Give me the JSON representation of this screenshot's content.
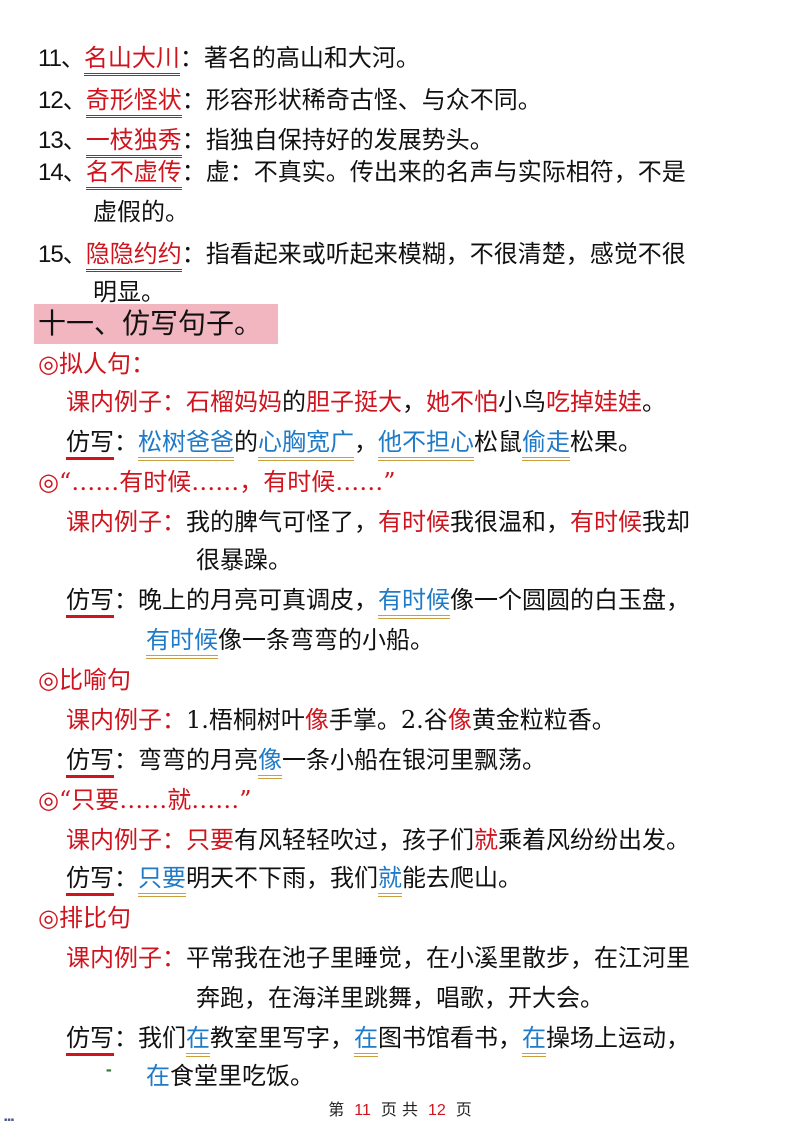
{
  "vocab": {
    "items": [
      {
        "num": "11、",
        "term": "名山大川",
        "colon": "：",
        "def": "著名的高山和大河。"
      },
      {
        "num": "12、",
        "term": "奇形怪状",
        "colon": "：",
        "def": "形容形状稀奇古怪、与众不同。"
      },
      {
        "num": "13、",
        "term": "一枝独秀",
        "colon": "：",
        "def": "指独自保持好的发展势头。"
      },
      {
        "num": "14、",
        "term": "名不虚传",
        "colon": "：",
        "def": "虚：不真实。传出来的名声与实际相符，不是",
        "def_cont": "虚假的。"
      },
      {
        "num": "15、",
        "term": "隐隐约约",
        "colon": "：",
        "def": "指看起来或听起来模糊，不很清楚，感觉不很",
        "def_cont": "明显。"
      }
    ]
  },
  "section": {
    "heading": "十一、仿写句子。"
  },
  "bullet_symbol": "◎",
  "groups": {
    "personification": {
      "title": "拟人句：",
      "example_label": "课内例子：",
      "example": {
        "p1": "石榴妈妈",
        "p2": "的",
        "p3": "胆子挺大",
        "p4": "，",
        "p5": "她不怕",
        "p6": "小鸟",
        "p7": "吃掉娃娃",
        "p8": "。"
      },
      "imitation_label": "仿写",
      "imitation_colon": "：",
      "imitation": {
        "p1": "松树爸爸",
        "p2": "的",
        "p3": "心胸宽广",
        "p4": "，",
        "p5": "他不担心",
        "p6": "松鼠",
        "p7": "偷走",
        "p8": "松果。"
      }
    },
    "sometimes": {
      "title": "“……有时候……，有时候……”",
      "example_label": "课内例子：",
      "example": {
        "p1": "我的脾气可怪了，",
        "p2": "有时候",
        "p3": "我很温和，",
        "p4": "有时候",
        "p5": "我却",
        "cont": "很暴躁。"
      },
      "imitation_label": "仿写",
      "imitation_colon": "：",
      "imitation": {
        "p1": "晚上的月亮可真调皮，",
        "p2": "有时候",
        "p3": "像一个圆圆的白玉盘，",
        "c1": "有时候",
        "c2": "像一条弯弯的小船。"
      }
    },
    "simile": {
      "title": "比喻句",
      "example_label": "课内例子：",
      "example": {
        "p1": "1.梧桐树叶",
        "p2": "像",
        "p3": "手掌。2.谷",
        "p4": "像",
        "p5": "黄金粒粒香。"
      },
      "imitation_label": "仿写",
      "imitation_colon": "：",
      "imitation": {
        "p1": "弯弯的月亮",
        "p2": "像",
        "p3": "一条小船在银河里飘荡。"
      }
    },
    "as_long_as": {
      "title": "“只要……就……”",
      "example_label": "课内例子：",
      "example": {
        "p1": "只要",
        "p2": "有风轻轻吹过，孩子们",
        "p3": "就",
        "p4": "乘着风纷纷出发。"
      },
      "imitation_label": "仿写",
      "imitation_colon": "：",
      "imitation": {
        "p1": "只要",
        "p2": "明天不下雨，我们",
        "p3": "就",
        "p4": "能去爬山。"
      }
    },
    "parallelism": {
      "title": "排比句",
      "example_label": "课内例子：",
      "example": {
        "line1": "平常我在池子里睡觉，在小溪里散步，在江河里",
        "line2": "奔跑，在海洋里跳舞，唱歌，开大会。"
      },
      "imitation_label": "仿写",
      "imitation_colon": "：",
      "imitation": {
        "p1": "我们",
        "p2": "在",
        "p3": "教室里写字，",
        "p4": "在",
        "p5": "图书馆看书，",
        "p6": "在",
        "p7": "操场上运动，",
        "c1": "在",
        "c2": "食堂里吃饭。"
      }
    }
  },
  "footer": {
    "prefix": "第",
    "current": "11",
    "middle": "页 共",
    "total": "12",
    "suffix": "页"
  },
  "colors": {
    "red": "#d0141e",
    "blue": "#1f7ac8",
    "gold_underline": "#c8a040",
    "heading_bg": "#f2b6c0"
  }
}
